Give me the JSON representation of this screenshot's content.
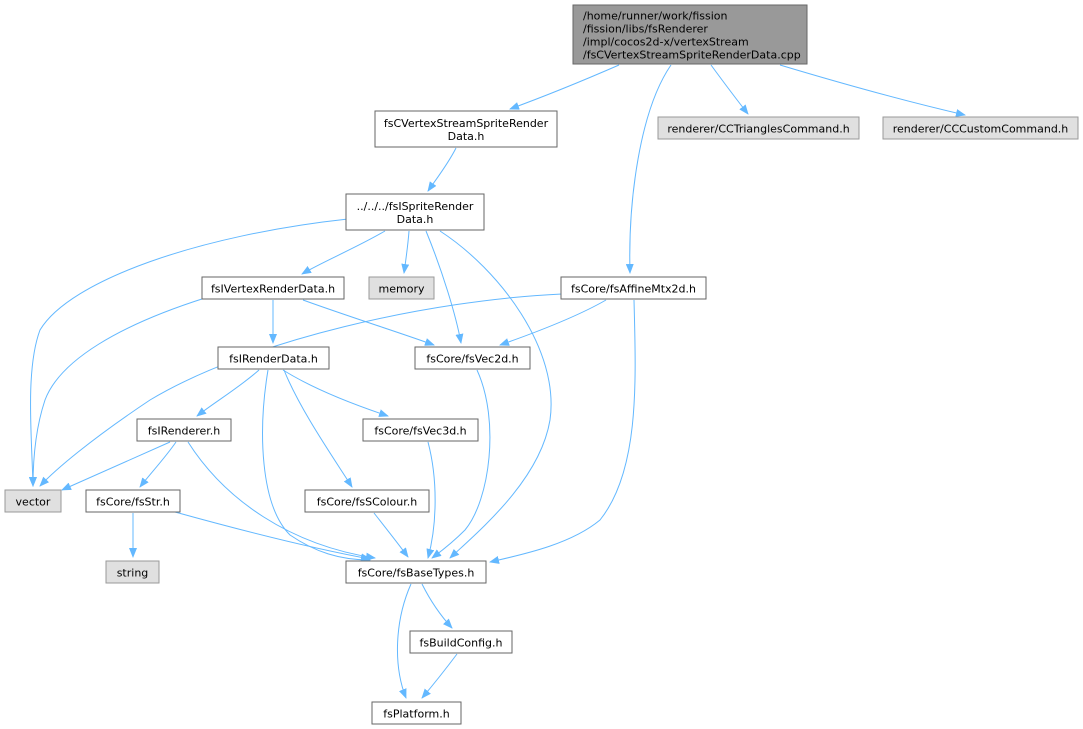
{
  "nodes": [
    {
      "id": "root",
      "lines": [
        "/home/runner/work/fission",
        "/fission/libs/fsRenderer",
        "/impl/cocos2d-x/vertexStream",
        "/fsCVertexStreamSpriteRenderData.cpp"
      ],
      "style": "root"
    },
    {
      "id": "cvsrd",
      "lines": [
        "fsCVertexStreamSpriteRender",
        "Data.h"
      ],
      "style": "normal"
    },
    {
      "id": "cctri",
      "lines": [
        "renderer/CCTrianglesCommand.h"
      ],
      "style": "external"
    },
    {
      "id": "cccust",
      "lines": [
        "renderer/CCCustomCommand.h"
      ],
      "style": "external"
    },
    {
      "id": "isrd",
      "lines": [
        "../../../fsISpriteRender",
        "Data.h"
      ],
      "style": "normal"
    },
    {
      "id": "ivrd",
      "lines": [
        "fsIVertexRenderData.h"
      ],
      "style": "normal"
    },
    {
      "id": "memory",
      "lines": [
        "memory"
      ],
      "style": "external"
    },
    {
      "id": "affine",
      "lines": [
        "fsCore/fsAffineMtx2d.h"
      ],
      "style": "normal"
    },
    {
      "id": "ird",
      "lines": [
        "fsIRenderData.h"
      ],
      "style": "normal"
    },
    {
      "id": "vec2d",
      "lines": [
        "fsCore/fsVec2d.h"
      ],
      "style": "normal"
    },
    {
      "id": "irenderer",
      "lines": [
        "fsIRenderer.h"
      ],
      "style": "normal"
    },
    {
      "id": "vec3d",
      "lines": [
        "fsCore/fsVec3d.h"
      ],
      "style": "normal"
    },
    {
      "id": "vector",
      "lines": [
        "vector"
      ],
      "style": "external"
    },
    {
      "id": "fsstr",
      "lines": [
        "fsCore/fsStr.h"
      ],
      "style": "normal"
    },
    {
      "id": "colour",
      "lines": [
        "fsCore/fsSColour.h"
      ],
      "style": "normal"
    },
    {
      "id": "string",
      "lines": [
        "string"
      ],
      "style": "external"
    },
    {
      "id": "basetypes",
      "lines": [
        "fsCore/fsBaseTypes.h"
      ],
      "style": "normal"
    },
    {
      "id": "buildconfig",
      "lines": [
        "fsBuildConfig.h"
      ],
      "style": "normal"
    },
    {
      "id": "platform",
      "lines": [
        "fsPlatform.h"
      ],
      "style": "normal"
    }
  ],
  "edges": [
    [
      "root",
      "cvsrd"
    ],
    [
      "root",
      "cctri"
    ],
    [
      "root",
      "cccust"
    ],
    [
      "root",
      "affine"
    ],
    [
      "cvsrd",
      "isrd"
    ],
    [
      "isrd",
      "ivrd"
    ],
    [
      "isrd",
      "memory"
    ],
    [
      "isrd",
      "vec2d"
    ],
    [
      "isrd",
      "vector"
    ],
    [
      "isrd",
      "basetypes"
    ],
    [
      "ivrd",
      "ird"
    ],
    [
      "ivrd",
      "vec2d"
    ],
    [
      "ivrd",
      "vector"
    ],
    [
      "affine",
      "vec2d"
    ],
    [
      "affine",
      "vector"
    ],
    [
      "affine",
      "basetypes"
    ],
    [
      "ird",
      "irenderer"
    ],
    [
      "ird",
      "vec3d"
    ],
    [
      "ird",
      "colour"
    ],
    [
      "ird",
      "basetypes"
    ],
    [
      "vec2d",
      "basetypes"
    ],
    [
      "irenderer",
      "vector"
    ],
    [
      "irenderer",
      "fsstr"
    ],
    [
      "irenderer",
      "basetypes"
    ],
    [
      "vec3d",
      "basetypes"
    ],
    [
      "fsstr",
      "string"
    ],
    [
      "fsstr",
      "basetypes"
    ],
    [
      "colour",
      "basetypes"
    ],
    [
      "basetypes",
      "buildconfig"
    ],
    [
      "basetypes",
      "platform"
    ],
    [
      "buildconfig",
      "platform"
    ]
  ],
  "colors": {
    "edge": "#63b8ff",
    "node_border": "#666666",
    "node_fill": "#ffffff",
    "root_fill": "#999999",
    "external_fill": "#e0e0e0",
    "external_border": "#999999"
  }
}
